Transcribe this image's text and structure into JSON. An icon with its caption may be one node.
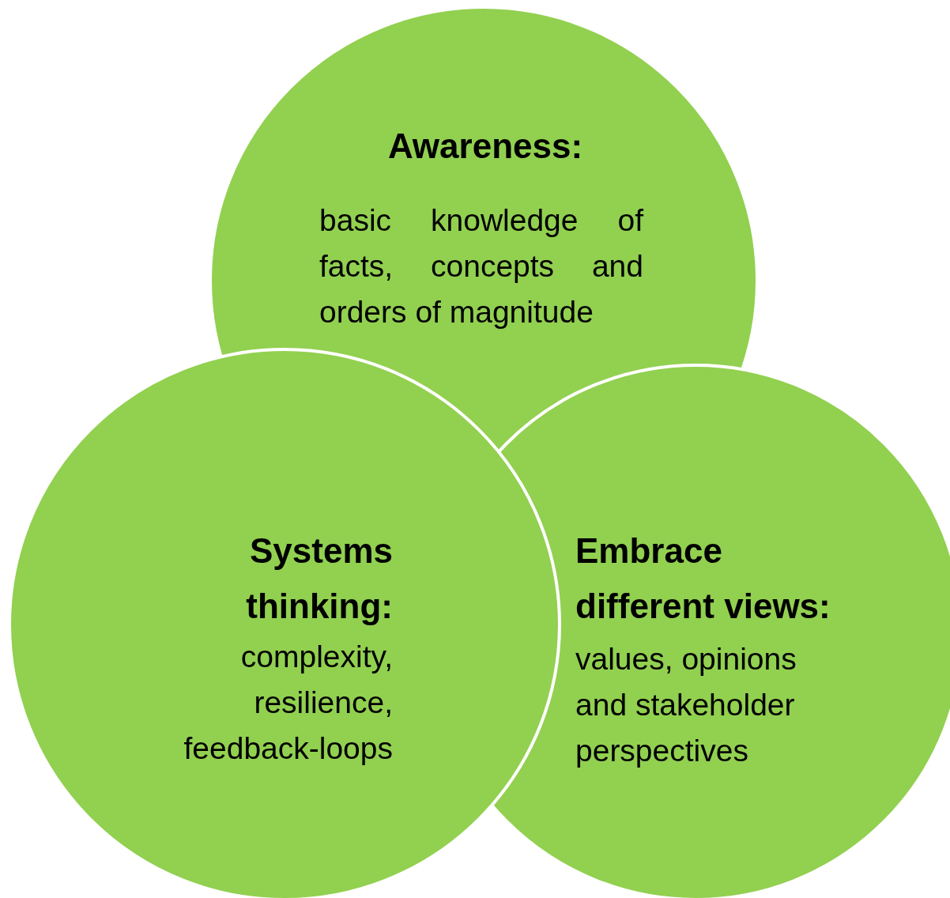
{
  "diagram": {
    "nodes": [
      {
        "text": [
          "Awareness:",
          "basic knowledge of facts, concepts and orders of magnitude"
        ]
      },
      {
        "text": [
          "Embrace different views:",
          "values, opinions and stakeholder perspectives"
        ]
      },
      {
        "text": [
          "Systems thinking:",
          "complexity, resilience, feedback-loops"
        ]
      }
    ]
  }
}
